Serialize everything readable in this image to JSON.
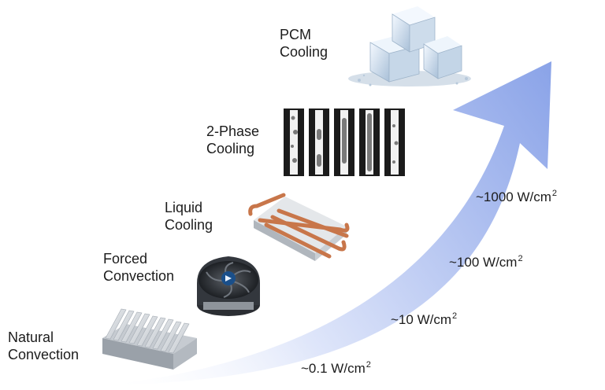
{
  "stages": [
    {
      "id": "natural",
      "lines": [
        "Natural",
        "Convection"
      ],
      "icon": "heatsink-icon"
    },
    {
      "id": "forced",
      "lines": [
        "Forced",
        "Convection"
      ],
      "icon": "cpu-fan-icon"
    },
    {
      "id": "liquid",
      "lines": [
        "Liquid",
        "Cooling"
      ],
      "icon": "cold-plate-icon"
    },
    {
      "id": "two_phase",
      "lines": [
        "2-Phase",
        "Cooling"
      ],
      "icon": "boiling-channels-icon"
    },
    {
      "id": "pcm",
      "lines": [
        "PCM",
        "Cooling"
      ],
      "icon": "ice-cubes-icon"
    }
  ],
  "flux_levels": [
    {
      "value": "~0.1",
      "unit": "W/cm",
      "exp": "2"
    },
    {
      "value": "~10",
      "unit": "W/cm",
      "exp": "2"
    },
    {
      "value": "~100",
      "unit": "W/cm",
      "exp": "2"
    },
    {
      "value": "~1000",
      "unit": "W/cm",
      "exp": "2"
    }
  ],
  "colors": {
    "arrow_light": "#ffffff",
    "arrow_dark": "#8aa3e8",
    "copper": "#c8764a",
    "aluminum": "#d9dde2"
  }
}
